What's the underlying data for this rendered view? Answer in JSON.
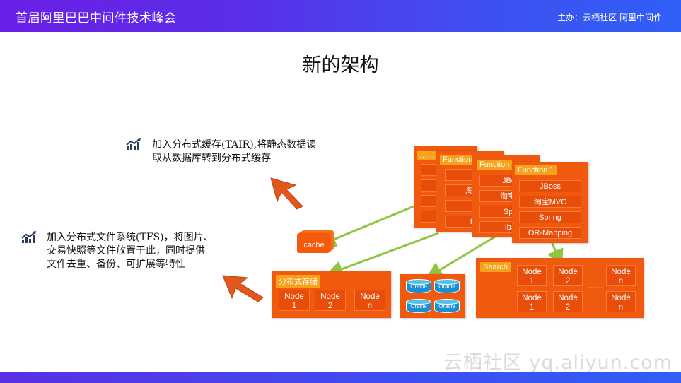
{
  "header": {
    "title": "首届阿里巴巴中间件技术峰会",
    "host": "主办：云栖社区 阿里中间件"
  },
  "page_title": "新的架构",
  "bullets": [
    {
      "lines": [
        "加入分布式缓存(TAIR),将静态数据读",
        "取从数据库转到分布式缓存"
      ]
    },
    {
      "lines": [
        "加入分布式文件系统(TFS)，将图片、",
        "交易快照等文件放置于此，同时提供",
        "文件去重、备份、可扩展等特性"
      ]
    }
  ],
  "diagram": {
    "back_label": "……",
    "function_labels": [
      "Function",
      "Function",
      "Function 1"
    ],
    "front_items": [
      "JBoss",
      "淘宝MVC",
      "Spring",
      "OR-Mapping"
    ],
    "mid2_items": [
      "JBo",
      "淘宝",
      "Spr",
      "Iba"
    ],
    "mid1_items": [
      "JB",
      "淘宝",
      "Sp",
      "Iba"
    ],
    "cache_label": "cache",
    "storage_label": "分布式存储",
    "storage_nodes": [
      [
        "Node",
        "1"
      ],
      [
        "Node",
        "2"
      ],
      [
        "Node",
        "n"
      ]
    ],
    "oracle_label": "Oracle",
    "search_label": "Search",
    "search_nodes_row1": [
      [
        "Node",
        "1"
      ],
      [
        "Node",
        "2"
      ],
      [
        "Node",
        "n"
      ]
    ],
    "search_nodes_row2": [
      [
        "Node",
        "1"
      ],
      [
        "Node",
        "2"
      ],
      [
        "Node",
        "n"
      ]
    ],
    "search_dots": "……"
  },
  "watermark": "云栖社区 yq.aliyun.com",
  "colors": {
    "header_start": "#6a1fe6",
    "header_end": "#2f5ff6",
    "orange": "#f05a0e",
    "label": "#f7a21a",
    "arrow_green": "#8dc63f",
    "oracle": "#1c8fd4"
  }
}
